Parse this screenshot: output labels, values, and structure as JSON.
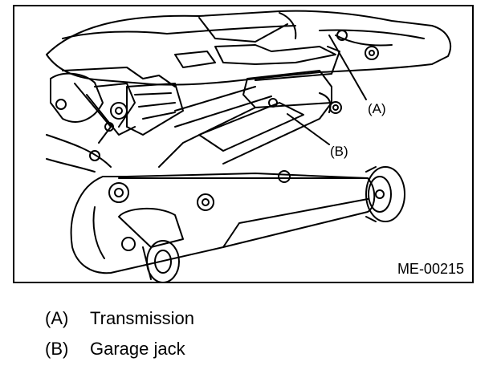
{
  "figure": {
    "id": "ME-00215",
    "callouts": {
      "a": "(A)",
      "b": "(B)"
    }
  },
  "legend": [
    {
      "key": "(A)",
      "label": "Transmission"
    },
    {
      "key": "(B)",
      "label": "Garage jack"
    }
  ]
}
